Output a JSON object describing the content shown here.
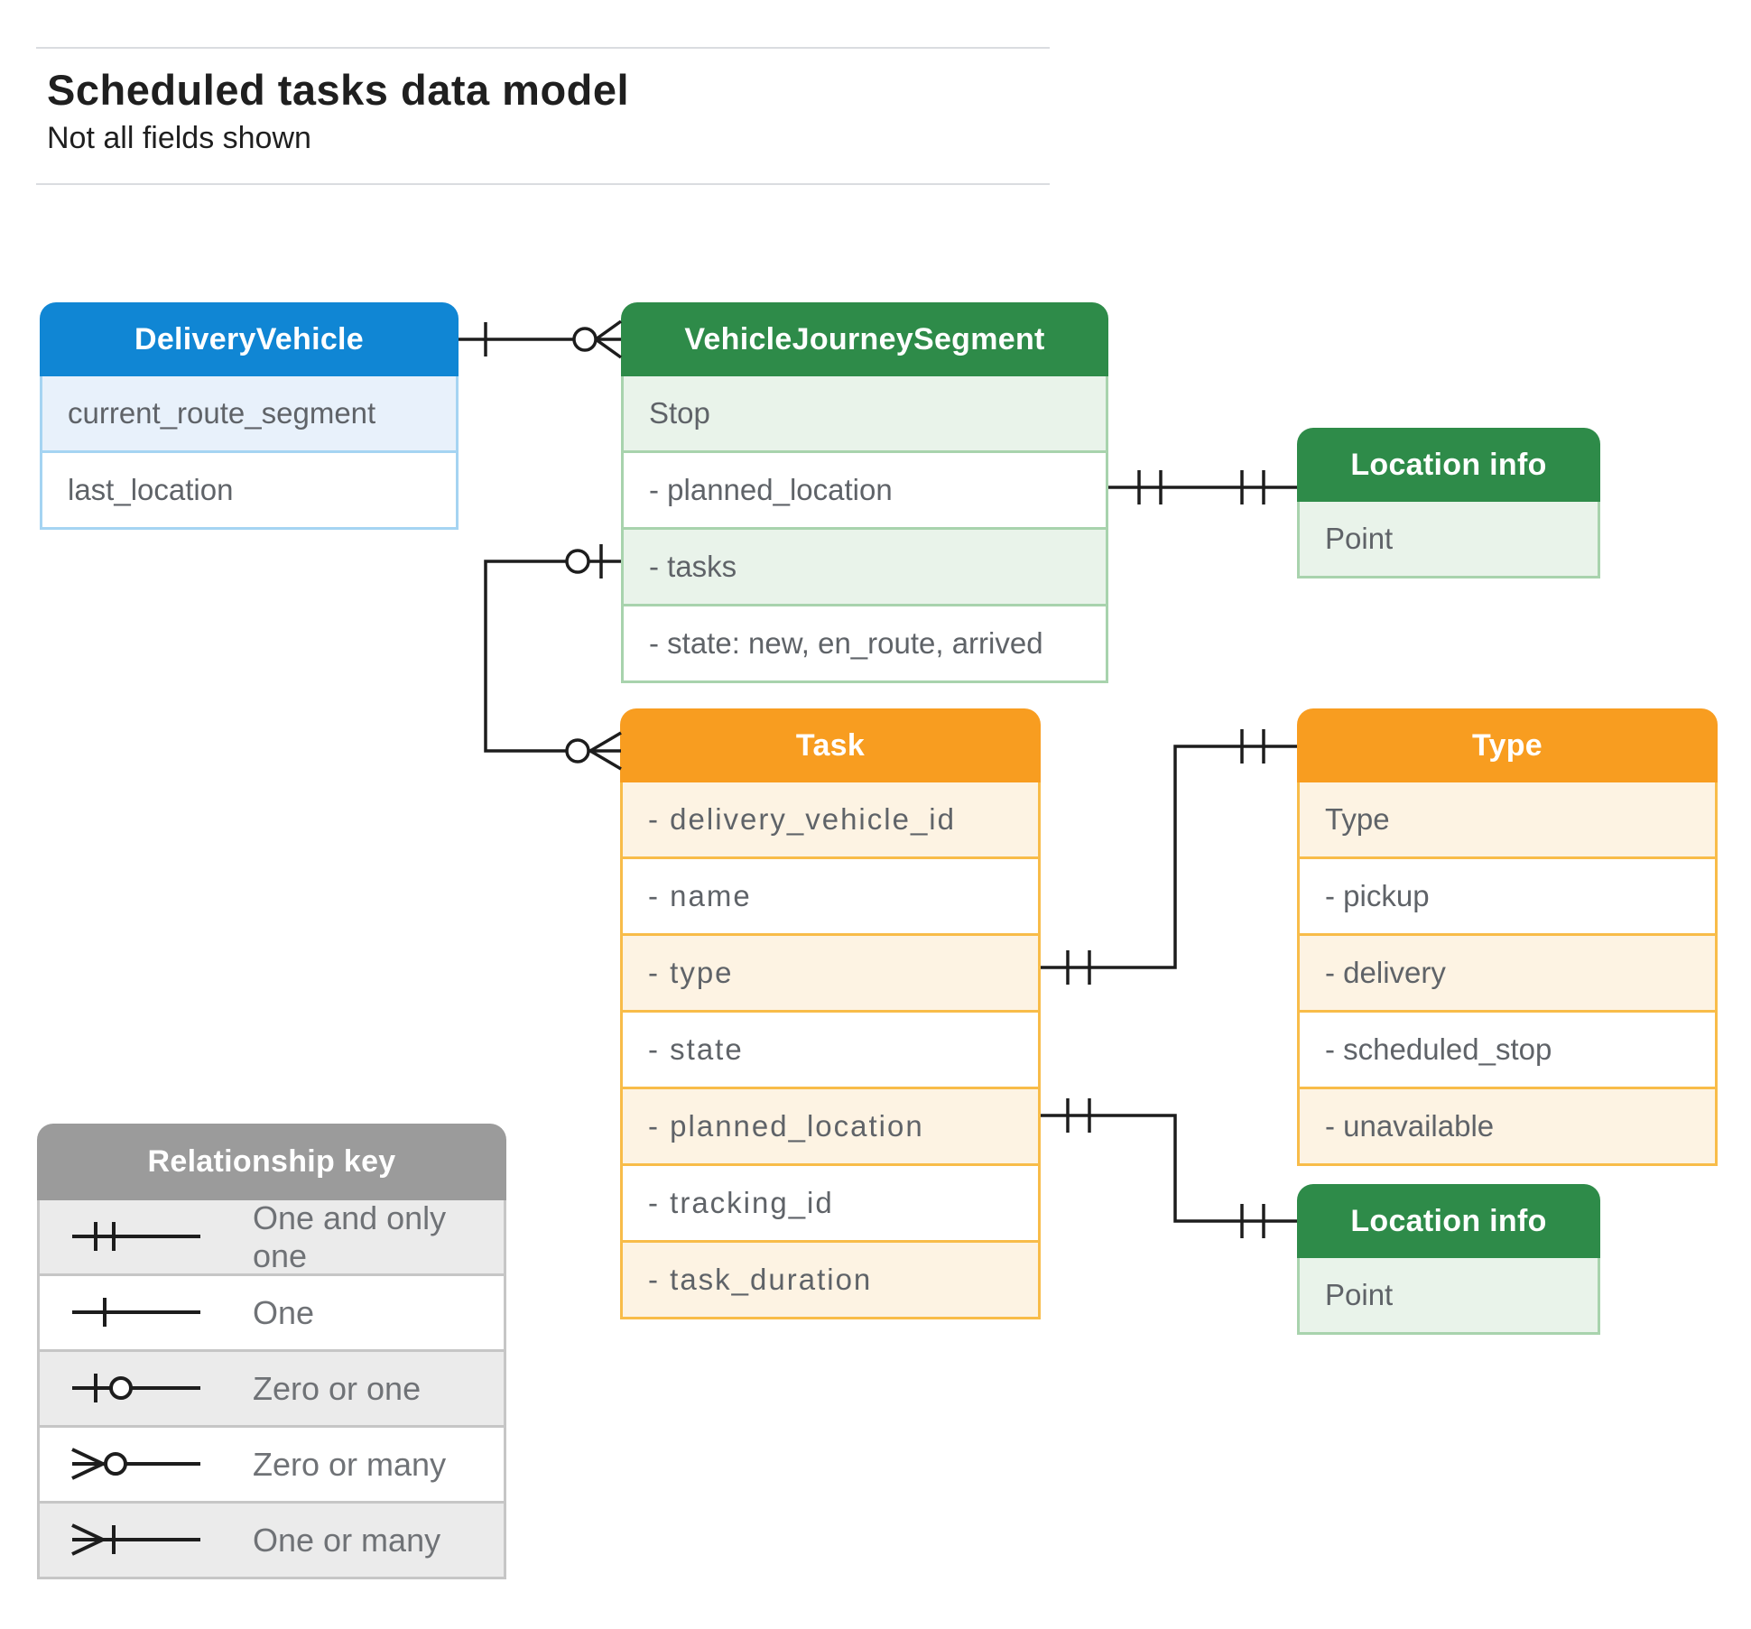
{
  "page": {
    "title": "Scheduled tasks data model",
    "subtitle": "Not all fields shown"
  },
  "entities": {
    "delivery_vehicle": {
      "title": "DeliveryVehicle",
      "rows": [
        "current_route_segment",
        "last_location"
      ]
    },
    "vehicle_journey_segment": {
      "title": "VehicleJourneySegment",
      "rows": [
        "Stop",
        "- planned_location",
        "- tasks",
        "- state: new, en_route, arrived"
      ]
    },
    "location_info_top": {
      "title": "Location info",
      "rows": [
        "Point"
      ]
    },
    "task": {
      "title": "Task",
      "rows": [
        "- delivery_vehicle_id",
        "- name",
        "- type",
        "- state",
        "- planned_location",
        "- tracking_id",
        "- task_duration"
      ]
    },
    "type": {
      "title": "Type",
      "rows": [
        "Type",
        "- pickup",
        "- delivery",
        "- scheduled_stop",
        "- unavailable"
      ]
    },
    "location_info_bottom": {
      "title": "Location info",
      "rows": [
        "Point"
      ]
    }
  },
  "legend": {
    "title": "Relationship key",
    "items": [
      {
        "symbol": "one-and-only-one",
        "label": "One and only one"
      },
      {
        "symbol": "one",
        "label": "One"
      },
      {
        "symbol": "zero-or-one",
        "label": "Zero or one"
      },
      {
        "symbol": "zero-or-many",
        "label": "Zero or many"
      },
      {
        "symbol": "one-or-many",
        "label": "One or many"
      }
    ]
  },
  "relationships": [
    {
      "from": "DeliveryVehicle",
      "to": "VehicleJourneySegment",
      "from_cardinality": "one",
      "to_cardinality": "zero-or-many"
    },
    {
      "from": "VehicleJourneySegment.planned_location",
      "to": "Location info",
      "from_cardinality": "one-and-only-one",
      "to_cardinality": "one-and-only-one"
    },
    {
      "from": "VehicleJourneySegment.tasks",
      "to": "Task",
      "from_cardinality": "zero-or-one",
      "to_cardinality": "zero-or-many"
    },
    {
      "from": "Task.type",
      "to": "Type",
      "from_cardinality": "one-and-only-one",
      "to_cardinality": "one-and-only-one"
    },
    {
      "from": "Task.planned_location",
      "to": "Location info",
      "from_cardinality": "one-and-only-one",
      "to_cardinality": "one-and-only-one"
    }
  ],
  "colors": {
    "blue_header": "#1086d4",
    "blue_row": "#e8f1fb",
    "blue_border": "#a5d4f2",
    "green_header": "#2e8b49",
    "green_row": "#e9f3ea",
    "green_border": "#a8d3ad",
    "orange_header": "#f89d20",
    "orange_row": "#fdf3e3",
    "orange_border": "#f8bc49",
    "gray_header": "#9b9b9b",
    "gray_row": "#ebebeb",
    "gray_border": "#c6c6c6",
    "row_text": "#5f6368",
    "connector": "#1d1d1d"
  }
}
